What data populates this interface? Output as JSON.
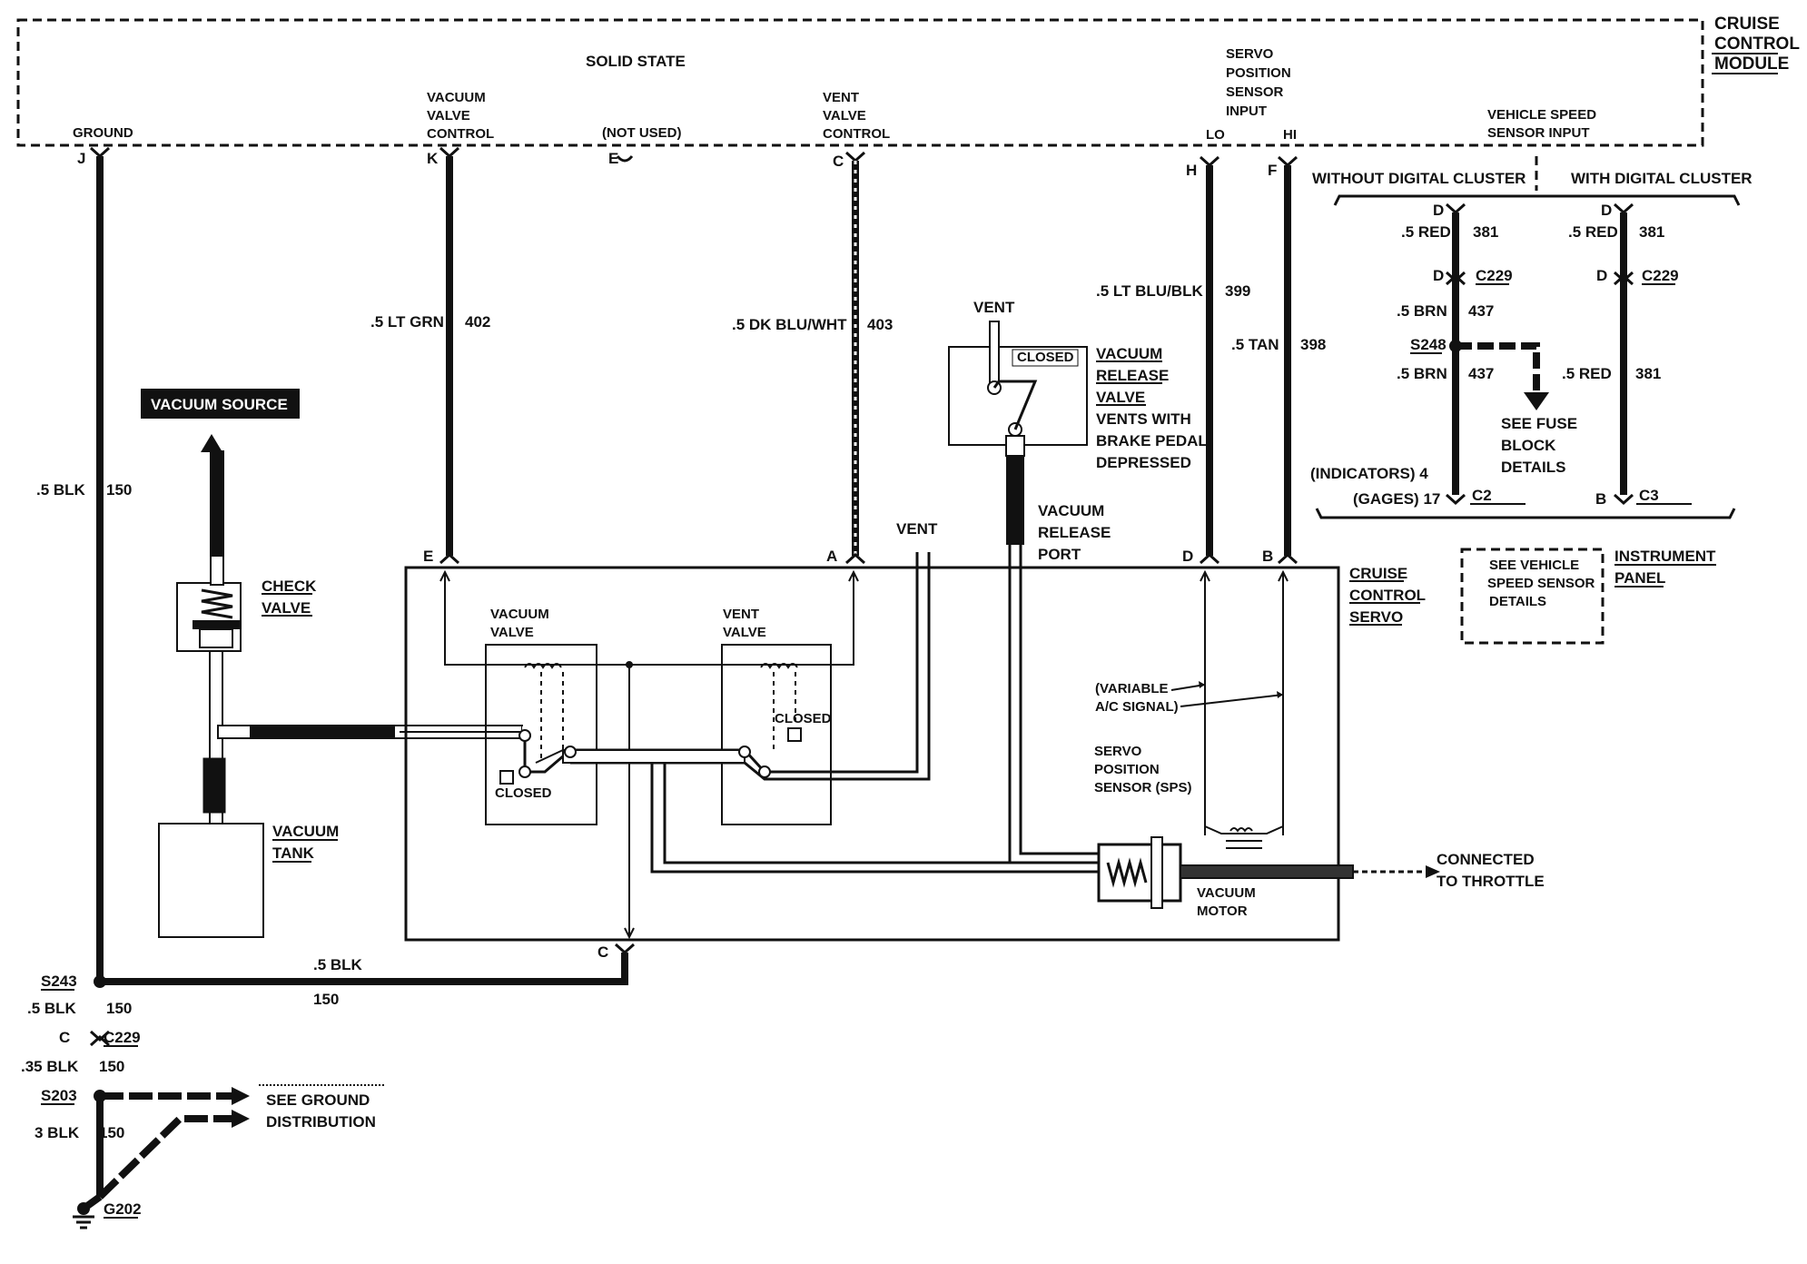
{
  "module": {
    "title": [
      "CRUISE",
      "CONTROL",
      "MODULE"
    ],
    "solid_state": "SOLID STATE",
    "ground": "GROUND",
    "vacuum_valve_control": [
      "VACUUM",
      "VALVE",
      "CONTROL"
    ],
    "not_used": "(NOT USED)",
    "vent_valve_control": [
      "VENT",
      "VALVE",
      "CONTROL"
    ],
    "sps_input": [
      "SERVO",
      "POSITION",
      "SENSOR",
      "INPUT"
    ],
    "lo": "LO",
    "hi": "HI",
    "vss_input": [
      "VEHICLE SPEED",
      "SENSOR INPUT"
    ],
    "pins": {
      "j": "J",
      "k": "K",
      "e": "E",
      "c": "C",
      "h": "H",
      "f": "F"
    }
  },
  "wires": {
    "ground": {
      "gauge": ".5 BLK",
      "circuit": "150"
    },
    "vacuum": {
      "gauge": ".5 LT GRN",
      "circuit": "402"
    },
    "vent": {
      "gauge": ".5 DK BLU/WHT",
      "circuit": "403"
    },
    "sps_lo": {
      "gauge": ".5 LT BLU/BLK",
      "circuit": "399"
    },
    "sps_hi": {
      "gauge": ".5 TAN",
      "circuit": "398"
    }
  },
  "vss": {
    "without_digital": "WITHOUT DIGITAL CLUSTER",
    "with_digital": "WITH DIGITAL CLUSTER",
    "d": "D",
    "red": ".5 RED",
    "c381": "381",
    "c229": "C229",
    "brn": ".5 BRN",
    "c437": "437",
    "s248": "S248",
    "see_fuse": [
      "SEE FUSE",
      "BLOCK",
      "DETAILS"
    ],
    "indicators": "(INDICATORS) 4",
    "gages": "(GAGES) 17",
    "c2": "C2",
    "b": "B",
    "c3": "C3",
    "see_vss": [
      "SEE VEHICLE",
      "SPEED SENSOR",
      "DETAILS"
    ],
    "instrument_panel": [
      "INSTRUMENT",
      "PANEL"
    ]
  },
  "vacuum": {
    "source": "VACUUM SOURCE",
    "check_valve": [
      "CHECK",
      "VALVE"
    ],
    "tank": [
      "VACUUM",
      "TANK"
    ]
  },
  "release_valve": {
    "vent": "VENT",
    "closed": "CLOSED",
    "title": [
      "VACUUM",
      "RELEASE",
      "VALVE"
    ],
    "desc": [
      "VENTS WITH",
      "BRAKE PEDAL",
      "DEPRESSED"
    ],
    "port": [
      "VACUUM",
      "RELEASE",
      "PORT"
    ]
  },
  "servo": {
    "title": [
      "CRUISE",
      "CONTROL",
      "SERVO"
    ],
    "pin_e": "E",
    "pin_a": "A",
    "pin_d": "D",
    "pin_b": "B",
    "pin_c": "C",
    "vent": "VENT",
    "vacuum_valve": [
      "VACUUM",
      "VALVE"
    ],
    "vent_valve": [
      "VENT",
      "VALVE"
    ],
    "closed": "CLOSED",
    "variable_ac": [
      "(VARIABLE",
      "A/C SIGNAL)"
    ],
    "sps": [
      "SERVO",
      "POSITION",
      "SENSOR (SPS)"
    ],
    "vacuum_motor": [
      "VACUUM",
      "MOTOR"
    ],
    "connected_throttle": [
      "CONNECTED",
      "TO THROTTLE"
    ]
  },
  "ground_tree": {
    "s243": "S243",
    "blk_05": ".5 BLK",
    "c150": "150",
    "c": "C",
    "c229": "C229",
    "blk_035": ".35 BLK",
    "s203": "S203",
    "see_ground": [
      "SEE GROUND",
      "DISTRIBUTION"
    ],
    "blk_3": "3 BLK",
    "g202": "G202"
  }
}
